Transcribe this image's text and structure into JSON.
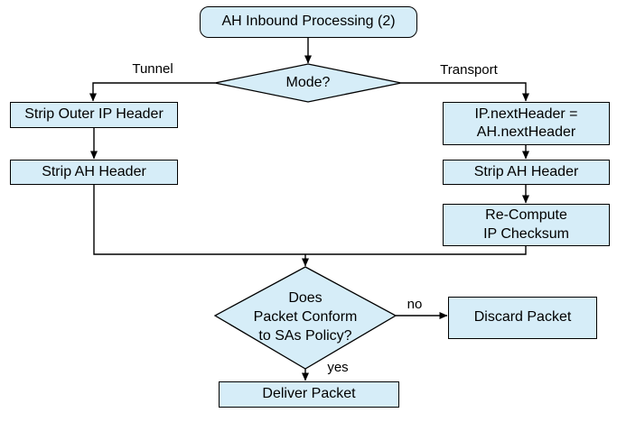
{
  "diagram": {
    "title": "AH Inbound Processing (2)",
    "nodes": {
      "start": {
        "label": "AH Inbound Processing (2)",
        "type": "rounded-rect"
      },
      "mode": {
        "label": "Mode?",
        "type": "decision"
      },
      "strip_outer_ip": {
        "label": "Strip Outer IP Header",
        "type": "process"
      },
      "strip_ah_left": {
        "label": "Strip AH Header",
        "type": "process"
      },
      "ip_next_header": {
        "label": "IP.nextHeader =\nAH.nextHeader",
        "type": "process"
      },
      "strip_ah_right": {
        "label": "Strip AH Header",
        "type": "process"
      },
      "recompute": {
        "label": "Re-Compute\nIP Checksum",
        "type": "process"
      },
      "policy_check": {
        "label": "Does\nPacket Conform\nto SAs Policy?",
        "type": "decision"
      },
      "discard": {
        "label": "Discard Packet",
        "type": "process"
      },
      "deliver": {
        "label": "Deliver Packet",
        "type": "process"
      }
    },
    "edge_labels": {
      "tunnel": "Tunnel",
      "transport": "Transport",
      "no": "no",
      "yes": "yes"
    },
    "colors": {
      "node_fill": "#d6edf8",
      "node_border": "#000000",
      "background": "#ffffff",
      "text": "#000000"
    }
  }
}
